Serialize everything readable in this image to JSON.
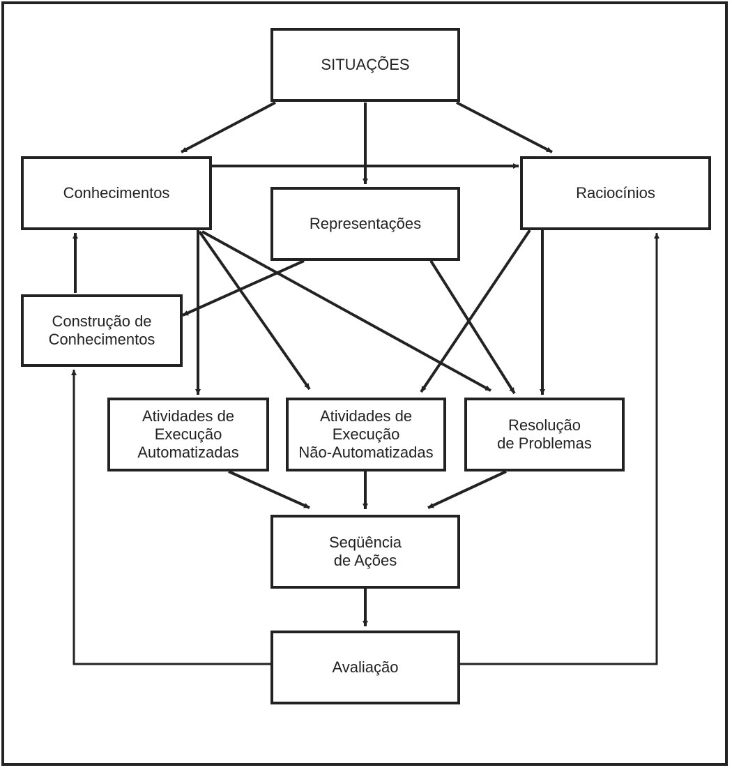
{
  "nodes": {
    "situacoes": "SITUAÇÕES",
    "conhecimentos": "Conhecimentos",
    "raciocinios": "Raciocínios",
    "representacoes": "Representações",
    "construcao": "Construção de\nConhecimentos",
    "ativ_auto": "Atividades de\nExecução\nAutomatizadas",
    "ativ_nao_auto": "Atividades de\nExecução\nNão-Automatizadas",
    "resolucao": "Resolução\nde Problemas",
    "sequencia": "Seqüência\nde Ações",
    "avaliacao": "Avaliação"
  },
  "edges": [
    {
      "from": "situacoes",
      "to": "conhecimentos"
    },
    {
      "from": "situacoes",
      "to": "representacoes"
    },
    {
      "from": "situacoes",
      "to": "raciocinios"
    },
    {
      "from": "conhecimentos",
      "to": "raciocinios"
    },
    {
      "from": "conhecimentos",
      "to": "ativ_auto"
    },
    {
      "from": "conhecimentos",
      "to": "ativ_nao_auto"
    },
    {
      "from": "conhecimentos",
      "to": "resolucao"
    },
    {
      "from": "representacoes",
      "to": "construcao"
    },
    {
      "from": "representacoes",
      "to": "resolucao"
    },
    {
      "from": "raciocinios",
      "to": "ativ_nao_auto"
    },
    {
      "from": "raciocinios",
      "to": "resolucao"
    },
    {
      "from": "construcao",
      "to": "conhecimentos"
    },
    {
      "from": "ativ_auto",
      "to": "sequencia"
    },
    {
      "from": "ativ_nao_auto",
      "to": "sequencia"
    },
    {
      "from": "resolucao",
      "to": "sequencia"
    },
    {
      "from": "sequencia",
      "to": "avaliacao"
    },
    {
      "from": "avaliacao",
      "to": "construcao"
    },
    {
      "from": "avaliacao",
      "to": "raciocinios"
    }
  ]
}
